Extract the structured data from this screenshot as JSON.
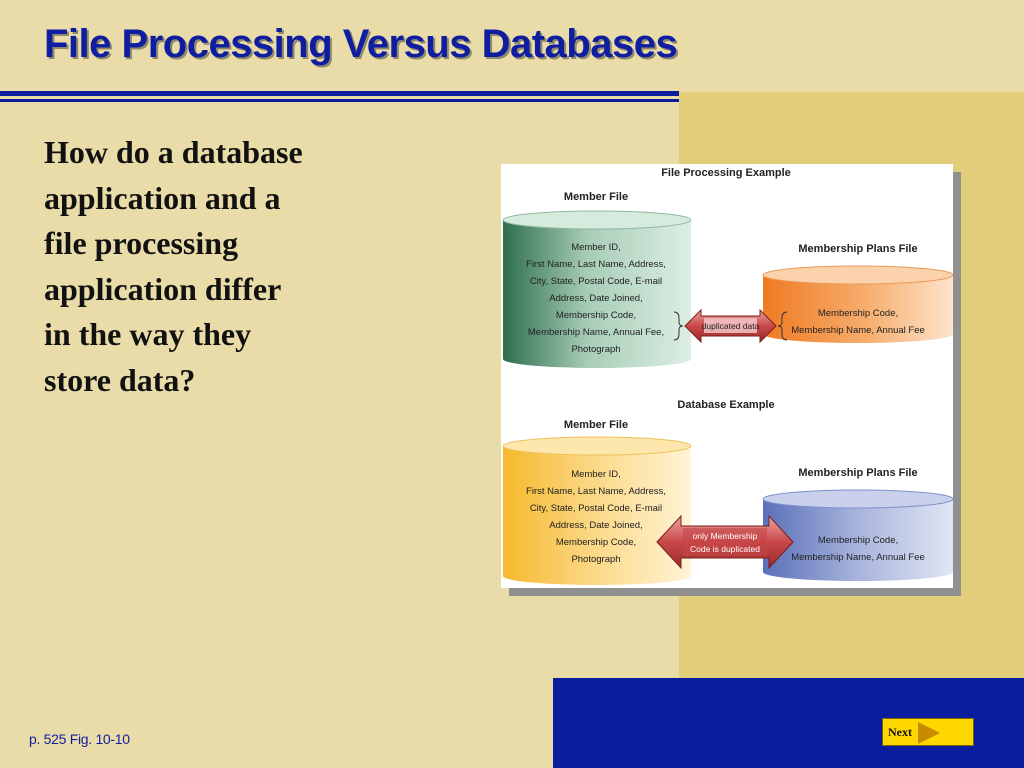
{
  "slide": {
    "title": "File Processing Versus Databases",
    "question_lines": [
      "How do a database",
      "application and a",
      "file processing",
      "application differ",
      "in the way they",
      "store data?"
    ],
    "reference": "p. 525 Fig. 10-10",
    "next_label": "Next"
  },
  "colors": {
    "title": "#0f1ea0",
    "background": "#e9dca8",
    "accent_panel": "#e2cd7b",
    "bottom_bar": "#0a1d9c",
    "next_button": "#ffd700"
  },
  "figure": {
    "file_processing": {
      "caption": "File Processing Example",
      "member_file_label": "Member File",
      "member_fields": [
        "Member ID,",
        "First Name, Last Name, Address,",
        "City, State, Postal Code, E-mail",
        "Address, Date Joined,",
        "Membership Code,",
        "Membership Name, Annual Fee,",
        "Photograph"
      ],
      "plans_file_label": "Membership Plans File",
      "plans_fields": [
        "Membership Code,",
        "Membership Name, Annual Fee"
      ],
      "arrow_label": "duplicated data"
    },
    "database": {
      "caption": "Database Example",
      "member_file_label": "Member File",
      "member_fields": [
        "Member ID,",
        "First Name, Last Name, Address,",
        "City, State, Postal Code, E-mail",
        "Address, Date Joined,",
        "Membership Code,",
        "Photograph"
      ],
      "plans_file_label": "Membership Plans File",
      "plans_fields": [
        "Membership Code,",
        "Membership Name, Annual Fee"
      ],
      "arrow_label_lines": [
        "only Membership",
        "Code is duplicated"
      ]
    }
  }
}
